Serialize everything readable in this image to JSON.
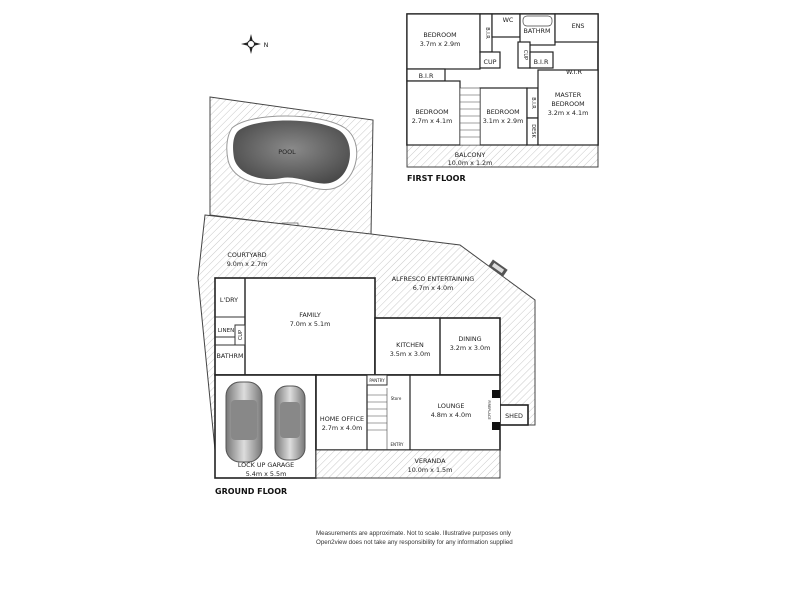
{
  "first_floor": {
    "title": "FIRST FLOOR",
    "rooms": {
      "bedroom1": {
        "name": "BEDROOM",
        "size": "3.7m x 2.9m"
      },
      "bir1": "B.I.R",
      "wc": "WC",
      "bathrm": "BATHRM",
      "ens": "ENS",
      "cup1": "CUP",
      "cup2": "CUP",
      "bir2": "B.I.R",
      "bir3": "B.I.R",
      "wir": "W.I.R",
      "bedroom2": {
        "name": "BEDROOM",
        "size": "2.7m x 4.1m"
      },
      "bedroom3": {
        "name": "BEDROOM",
        "size": "3.1m x 2.9m"
      },
      "bir4": "B.I.R",
      "desk": "DESK",
      "master": {
        "name1": "MASTER",
        "name2": "BEDROOM",
        "size": "3.2m x 4.1m"
      },
      "balcony": {
        "name": "BALCONY",
        "size": "10.0m x 1.2m"
      }
    }
  },
  "ground_floor": {
    "title": "GROUND FLOOR",
    "rooms": {
      "pool": "POOL",
      "courtyard": {
        "name": "COURTYARD",
        "size": "9.0m x 2.7m"
      },
      "alfresco": {
        "name": "ALFRESCO ENTERTAINING",
        "size": "6.7m x 4.0m"
      },
      "ldry": "L'DRY",
      "linen": "LINEN",
      "cup": "CUP",
      "bathrm": "BATHRM",
      "family": {
        "name": "FAMILY",
        "size": "7.0m x 5.1m"
      },
      "kitchen": {
        "name": "KITCHEN",
        "size": "3.5m x 3.0m"
      },
      "dining": {
        "name": "DINING",
        "size": "3.2m x 3.0m"
      },
      "pantry": "PANTRY",
      "store": "Store",
      "entry": "ENTRY",
      "home_office": {
        "name": "HOME OFFICE",
        "size": "2.7m x 4.0m"
      },
      "lounge": {
        "name": "LOUNGE",
        "size": "4.8m x 4.0m"
      },
      "fireplace": "FIREPLACE",
      "shed": "SHED",
      "garage": {
        "name": "LOCK UP GARAGE",
        "size": "5.4m x 5.5m"
      },
      "veranda": {
        "name": "VERANDA",
        "size": "10.0m x 1.5m"
      }
    }
  },
  "compass": {
    "label": "N",
    "icon": "compass-rose-icon"
  },
  "disclaimer": {
    "line1": "Measurements are approximate. Not to scale. Illustrative purposes only",
    "line2": "Open2view does not take any responsibility for any information supplied"
  }
}
